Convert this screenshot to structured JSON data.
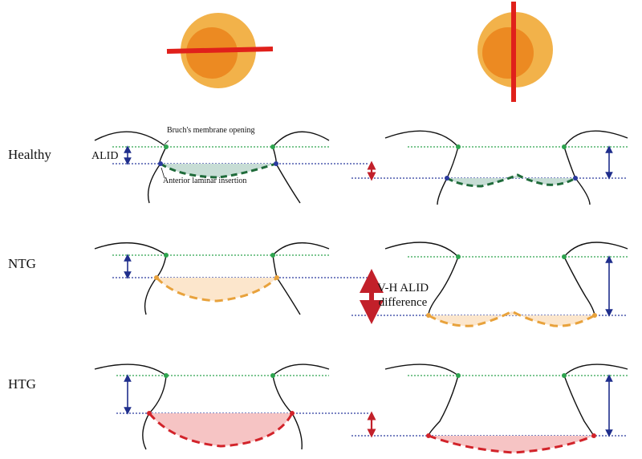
{
  "rows": [
    {
      "id": "healthy",
      "label": "Healthy"
    },
    {
      "id": "ntg",
      "label": "NTG"
    },
    {
      "id": "htg",
      "label": "HTG"
    }
  ],
  "annotations": {
    "alid": "ALID",
    "bruchs_membrane_opening": "Bruch's membrane opening",
    "anterior_laminar_insertion": "Anterior laminar insertion",
    "vh_alid_difference_line1": "V-H ALID",
    "vh_alid_difference_line2": "difference"
  },
  "colors": {
    "optic_disc_outer": "#F2B24A",
    "optic_disc_inner": "#EC8A22",
    "scan_line": "#E0201B",
    "bmo_reference": "#2EA44F",
    "ali_reference": "#2B3A9E",
    "measurement_arrow": "#1F2E8C",
    "difference_arrow": "#C2202A",
    "healthy_curve": "#1F6B3A",
    "healthy_fill": "#C7DDD5",
    "ntg_curve": "#E8A23C",
    "ntg_fill": "#FCE6CC",
    "htg_curve": "#D2232A",
    "htg_fill": "#F6C4C4",
    "tissue_outline": "#111111"
  },
  "icons": [
    "optic-disc-horizontal-scan-icon",
    "optic-disc-vertical-scan-icon"
  ]
}
